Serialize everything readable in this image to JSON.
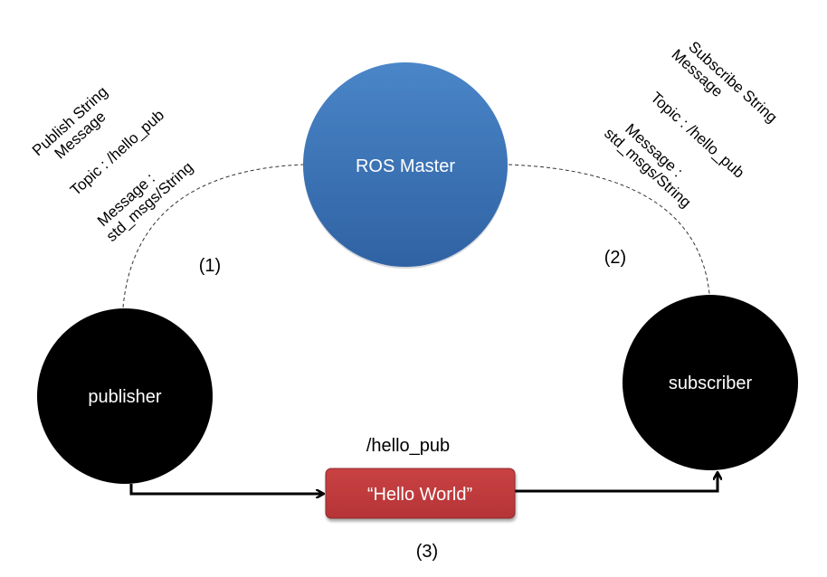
{
  "nodes": {
    "master": {
      "label": "ROS Master",
      "color_top": "#4a86c8",
      "color_bottom": "#2f62a3"
    },
    "publisher": {
      "label": "publisher",
      "color": "#000000"
    },
    "subscriber": {
      "label": "subscriber",
      "color": "#000000"
    }
  },
  "topic": {
    "name": "/hello_pub",
    "message": "“Hello World”",
    "box_color": "#c0393b"
  },
  "steps": {
    "one": "(1)",
    "two": "(2)",
    "three": "(3)"
  },
  "publisher_notes": {
    "line1": "Publish String",
    "line2": "Message",
    "topic": "Topic : /hello_pub",
    "message_line1": "Message :",
    "message_line2": "std_msgs/String"
  },
  "subscriber_notes": {
    "line1": "Subscribe String",
    "line2": "Message",
    "topic": "Topic : /hello_pub",
    "message_line1": "Message :",
    "message_line2": "std_msgs/String"
  }
}
